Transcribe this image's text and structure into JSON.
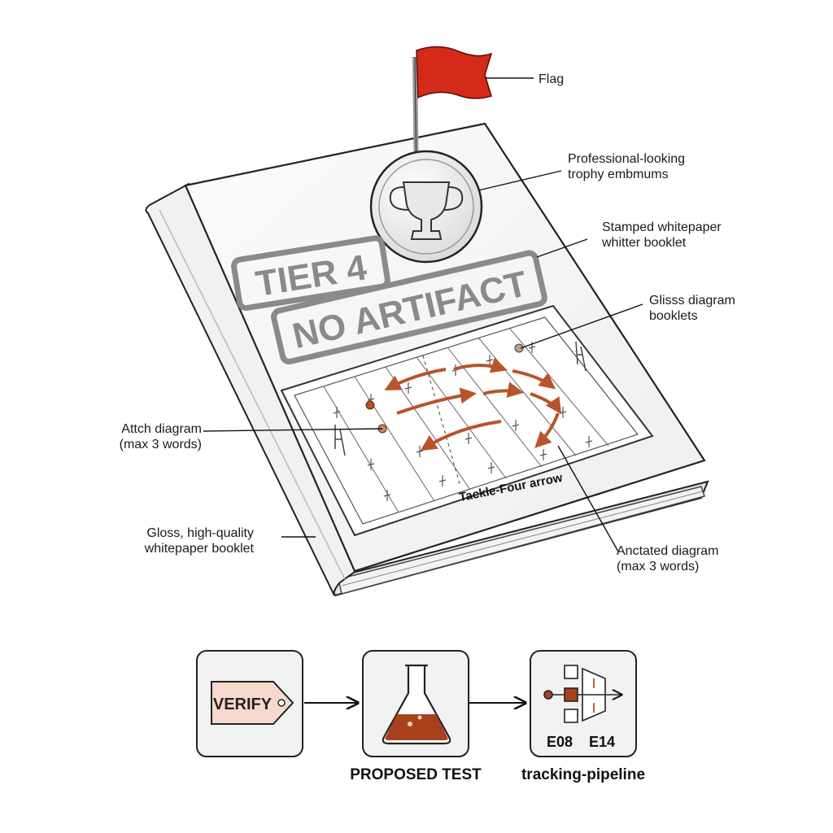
{
  "booklet": {
    "stamp_line1": "TIER 4",
    "stamp_line2": "NO ARTIFACT",
    "diagram_caption": "Tackle-Four arrow"
  },
  "callouts": {
    "flag": "Flag",
    "trophy": "Professional-looking\ntrophy embmums",
    "stamped": "Stamped whitepaper\nwhitter booklet",
    "glisss": "Glisss diagram\nbooklets",
    "attach": "Attch diagram\n(max 3 words)",
    "gloss": "Gloss, high-quality\nwhitepaper booklet",
    "anctated": "Anctated diagram\n(max 3 words)"
  },
  "flow": {
    "step1_tag": "VERIFY",
    "step2_caption": "PROPOSED TEST",
    "step3_labels": [
      "E08",
      "E14"
    ],
    "step3_caption": "tracking-pipeline"
  },
  "icons": {
    "flag": "flag-icon",
    "trophy": "trophy-icon",
    "tag": "tag-icon",
    "flask": "flask-icon",
    "pipeline": "pipeline-icon",
    "arrow": "arrow-right-icon"
  },
  "colors": {
    "flag_red": "#d42a1a",
    "play_arrow": "#b8542c",
    "tag_fill": "#f6d9cc",
    "flask_liquid": "#a8421c",
    "stamp_gray": "#8a8a8a"
  }
}
